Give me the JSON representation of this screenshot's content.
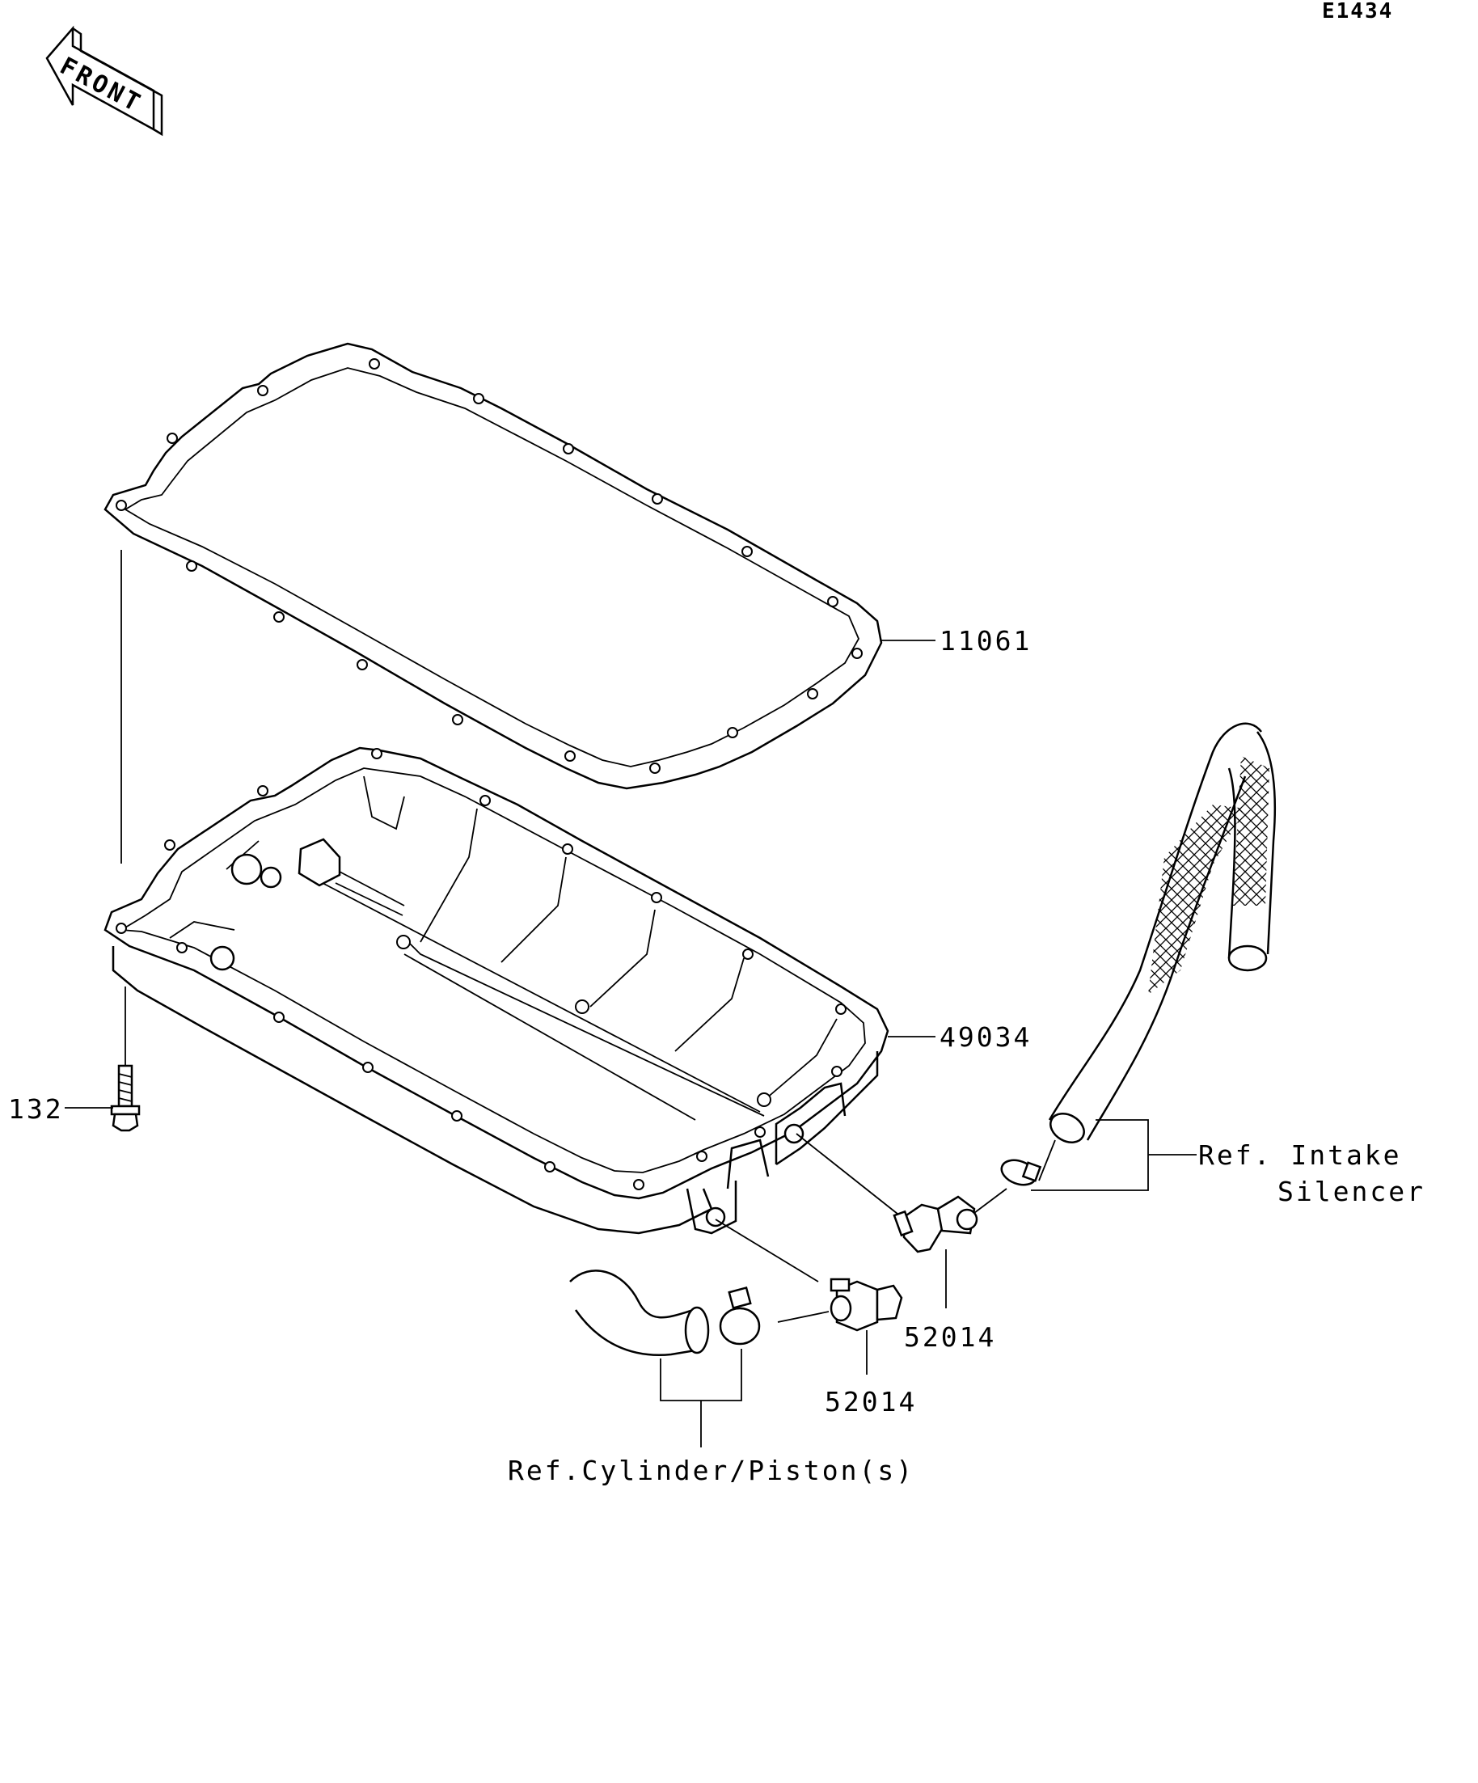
{
  "diagram_code": "E1434",
  "front_arrow_label": "FRONT",
  "colors": {
    "line": "#000000",
    "background": "#ffffff"
  },
  "callouts": {
    "gasket": "11061",
    "oil_pan": "49034",
    "bolt": "132",
    "fitting_upper": "52014",
    "fitting_lower": "52014"
  },
  "references": {
    "intake_line1": "Ref. Intake",
    "intake_line2": "Silencer",
    "cylinder": "Ref.Cylinder/Piston(s)"
  }
}
